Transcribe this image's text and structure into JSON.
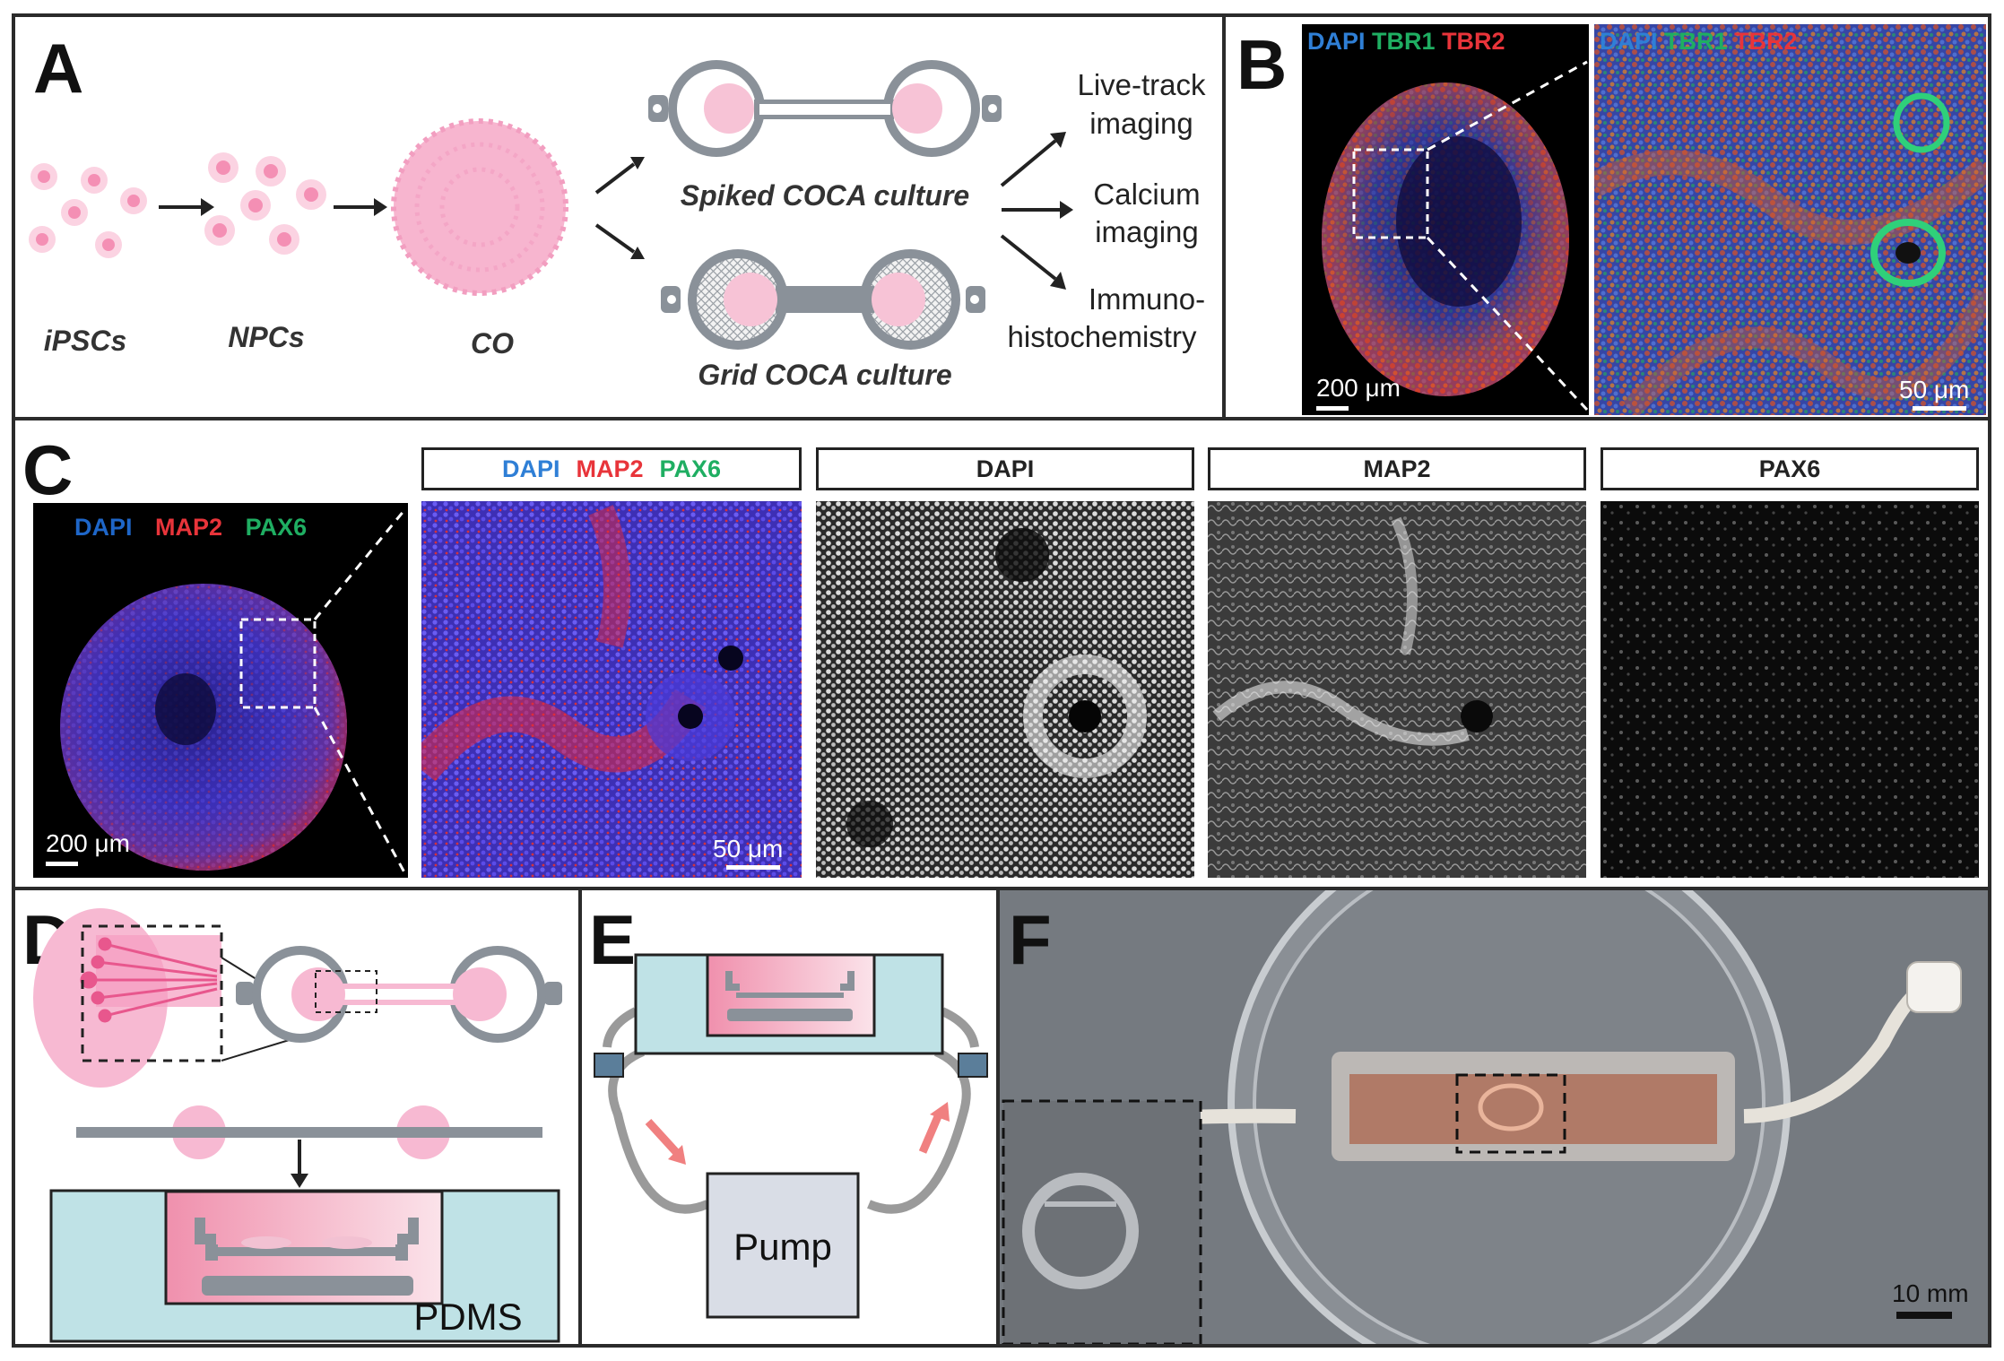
{
  "figure": {
    "panel_labels": {
      "a": "A",
      "b": "B",
      "c": "C",
      "d": "D",
      "e": "E",
      "f": "F"
    }
  },
  "panel_a": {
    "cells": [
      "iPSCs",
      "NPCs",
      "CO"
    ],
    "cultures": [
      "Spiked COCA culture",
      "Grid COCA culture"
    ],
    "assays": [
      "Live-track",
      "imaging",
      "Calcium",
      "imaging",
      "Immuno-",
      "histochemistry"
    ],
    "cell_color": "#f7b7cf"
  },
  "panel_b": {
    "stains": [
      "DAPI",
      "TBR1",
      "TBR2"
    ],
    "scale_whole": "200 μm",
    "scale_zoom": "50 μm"
  },
  "panel_c": {
    "stains": [
      "DAPI",
      "MAP2",
      "PAX6"
    ],
    "headers": [
      "DAPI",
      "MAP2",
      "PAX6"
    ],
    "scale_whole": "200 μm",
    "scale_zoom": "50 μm"
  },
  "panel_d": {
    "material": "PDMS"
  },
  "panel_e": {
    "pump": "Pump"
  },
  "panel_f": {
    "scale": "10 mm"
  },
  "colors": {
    "dapi": "#2f7fd6",
    "tbr1": "#1fae62",
    "tbr2": "#e8343a",
    "device_gray": "#8a9199",
    "pink": "#f6b9d2",
    "pdms": "#bfe2e6"
  }
}
